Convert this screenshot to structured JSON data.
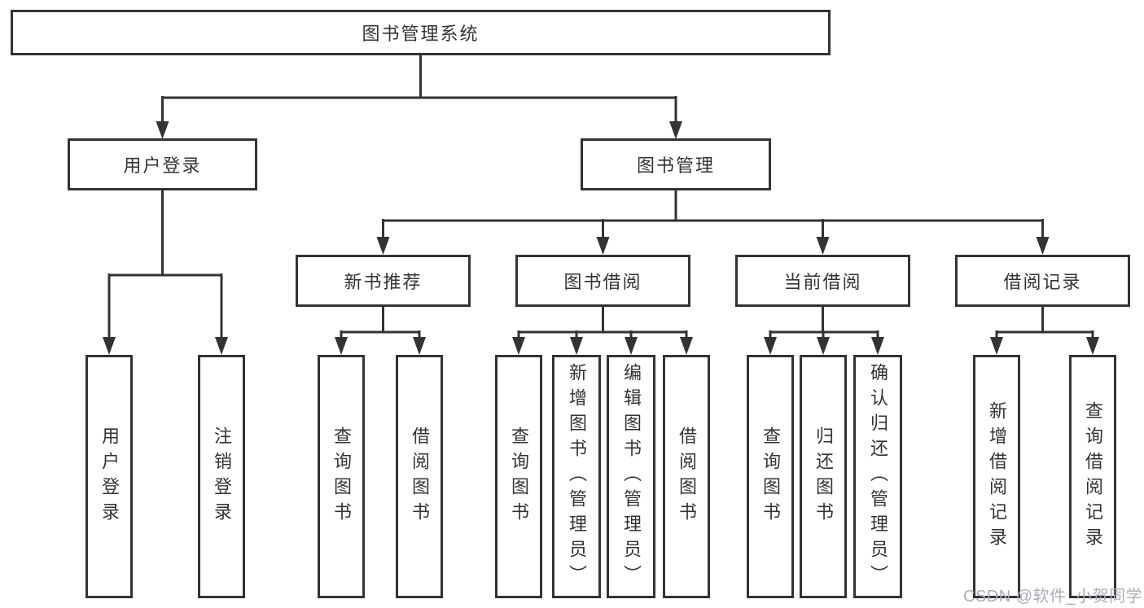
{
  "colors": {
    "line": "#333333",
    "box_border": "#333333",
    "box_background": "#ffffff",
    "text": "#333333",
    "watermark": "#adadb8",
    "page_background": "#ffffff"
  },
  "tree": {
    "root": {
      "label": "图书管理系统"
    },
    "children": [
      {
        "label": "用户登录",
        "children": [
          {
            "label": "用户登录"
          },
          {
            "label": "注销登录"
          }
        ]
      },
      {
        "label": "图书管理",
        "children": [
          {
            "label": "新书推荐",
            "children": [
              {
                "label": "查询图书"
              },
              {
                "label": "借阅图书"
              }
            ]
          },
          {
            "label": "图书借阅",
            "children": [
              {
                "label": "查询图书"
              },
              {
                "label": "新增图书（管理员）"
              },
              {
                "label": "编辑图书（管理员）"
              },
              {
                "label": "借阅图书"
              }
            ]
          },
          {
            "label": "当前借阅",
            "children": [
              {
                "label": "查询图书"
              },
              {
                "label": "归还图书"
              },
              {
                "label": "确认归还（管理员）"
              }
            ]
          },
          {
            "label": "借阅记录",
            "children": [
              {
                "label": "新增借阅记录"
              },
              {
                "label": "查询借阅记录"
              }
            ]
          }
        ]
      }
    ]
  },
  "watermark": {
    "text": "CSDN @软件_小贺同学"
  }
}
